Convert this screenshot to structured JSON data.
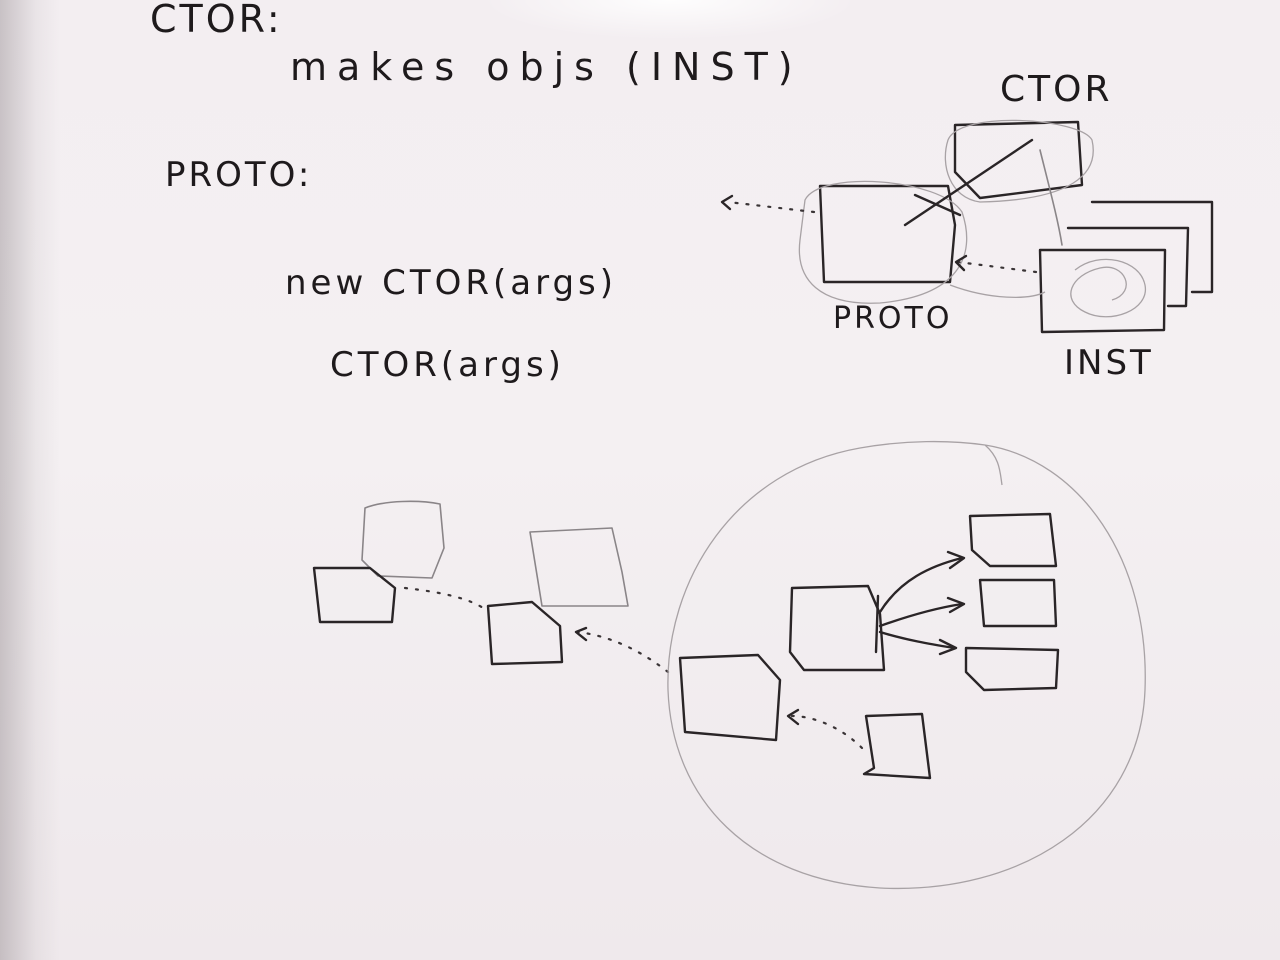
{
  "notes": {
    "ctor_heading": "CTOR:",
    "makes_objs": "makes objs (INST)",
    "proto_heading": "PROTO:",
    "new_ctor_args": "new CTOR(args)",
    "ctor_args": "CTOR(args)"
  },
  "diagram": {
    "ctor_label": "CTOR",
    "proto_label": "PROTO",
    "inst_label": "INST"
  },
  "colors": {
    "ink": "#2a2527",
    "pencil": "#8a8588",
    "paper": "#f3eef1"
  }
}
